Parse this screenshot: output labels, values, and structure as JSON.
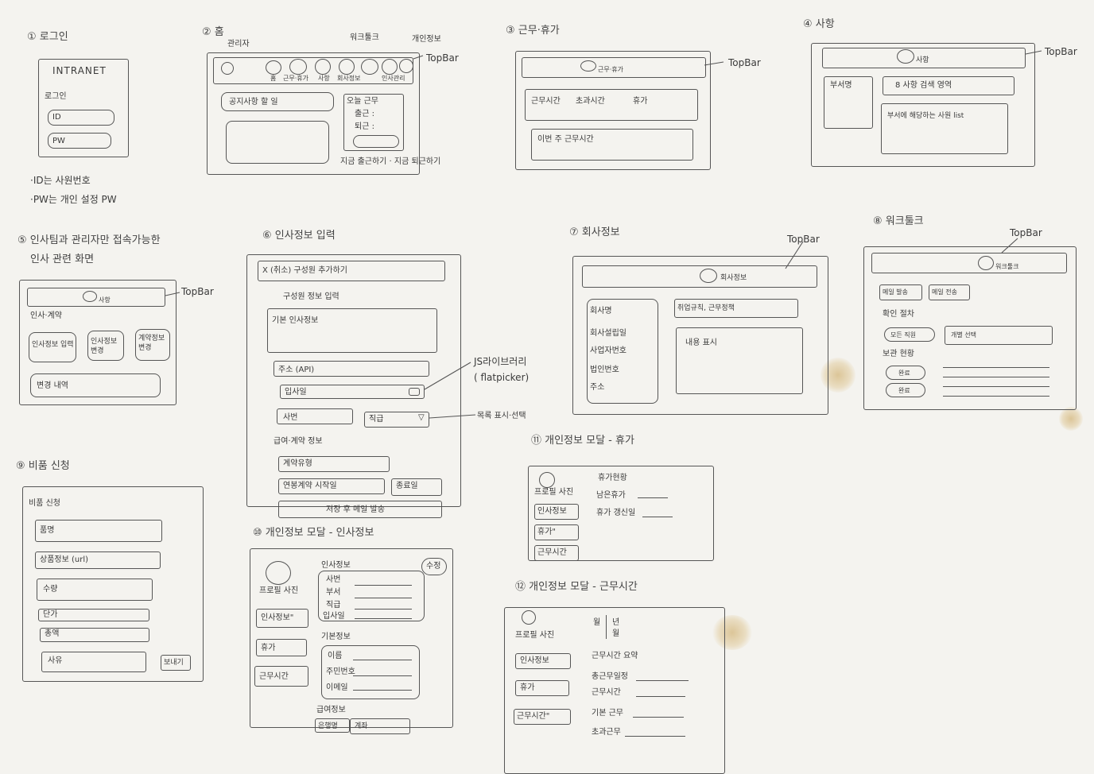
{
  "s1": {
    "title": "① 로그인",
    "brand": "INTRANET",
    "login_label": "로그인",
    "id_ph": "ID",
    "pw_ph": "PW",
    "note1": "·ID는 사원번호",
    "note2": "·PW는 개인 설정 PW"
  },
  "s2": {
    "title": "② 홈",
    "admin": "관리자",
    "worktool": "워크툴크",
    "personal": "개인정보",
    "topbar": "TopBar",
    "nav": [
      "홈",
      "근무·휴가",
      "사항",
      "회사정보",
      "인사관리"
    ],
    "notice": "공지사항 할 일",
    "today": "오늘 근무",
    "in": "출근  :",
    "out": "퇴근  :",
    "checkin": "지금 출근하기 · 지금 퇴근하기"
  },
  "s3": {
    "title": "③ 근무·휴가",
    "topbar": "TopBar",
    "tab": "근무·휴가",
    "row1": [
      "근무시간",
      "초과시간",
      "휴가"
    ],
    "row2": "이번 주 근무시간"
  },
  "s4": {
    "title": "④ 사항",
    "topbar": "TopBar",
    "tab": "사항",
    "side": "부서명",
    "search": "8 사항 검색 영역",
    "list": "부서에 해당하는 사원 list"
  },
  "s5": {
    "title": "⑤ 인사팀과 관리자만 접속가능한",
    "title2": "인사 관련 화면",
    "topbar": "TopBar",
    "tab": "사항",
    "section": "인사·계약",
    "btns": [
      "인사정보 입력",
      "인사정보 변경",
      "계약정보 변경"
    ],
    "history": "변경 내역"
  },
  "s6": {
    "title": "⑥ 인사정보 입력",
    "header": "X (취소)    구성원 추가하기",
    "sub": "구성원 정보 입력",
    "basic": "기본 인사정보",
    "addr": "주소 (API)",
    "join": "입사일",
    "emp": "사번",
    "rank": "직급",
    "contract": "급여·계약 정보",
    "ctype": "계약유형",
    "cstart": "연봉계약 시작일",
    "cend": "종료일",
    "save": "저장 후 메일 발송",
    "ann1": "JS라이브러리",
    "ann2": "( flatpicker)",
    "ann3": "목록 표시·선택"
  },
  "s7": {
    "title": "⑦ 회사정보",
    "topbar": "TopBar",
    "tab": "회사정보",
    "side": [
      "회사명",
      "회사설립일",
      "사업자번호",
      "법인번호",
      "주소"
    ],
    "tabs": "취업규칙, 근무정책",
    "content": "내용 표시"
  },
  "s8": {
    "title": "⑧ 워크툴크",
    "topbar": "TopBar",
    "tab": "워크툴크",
    "btns": [
      "메일 발송",
      "메일 전송"
    ],
    "confirm": "확인 절차",
    "opts": [
      "모든 직원",
      "개별 선택"
    ],
    "reg": "보관 현황",
    "pills": [
      "완료",
      "완료"
    ]
  },
  "s9": {
    "title": "⑨ 비품 신청",
    "header": "비품 신청",
    "fields": [
      "품명",
      "상품정보 (url)",
      "수량",
      "단가",
      "총액"
    ],
    "reason": "사유",
    "send": "보내기"
  },
  "s10": {
    "title": "⑩ 개인정보 모달 - 인사정보",
    "edit": "수정",
    "photo": "프로필 사진",
    "tabs": [
      "인사정보\"",
      "휴가",
      "근무시간"
    ],
    "hr": "인사정보",
    "hr_rows": [
      "사번",
      "부서",
      "직급",
      "입사일"
    ],
    "basic": "기본정보",
    "basic_rows": [
      "이름",
      "주민번호",
      "이메일"
    ],
    "pay": "급여정보",
    "bank": "은행명",
    "acct": "계좌"
  },
  "s11": {
    "title": "⑪ 개인정보 모달 - 휴가",
    "photo": "프로필 사진",
    "tabs": [
      "인사정보",
      "휴가\"",
      "근무시간"
    ],
    "head": "휴가현황",
    "rows": [
      "남은휴가",
      "휴가 갱신일"
    ]
  },
  "s12": {
    "title": "⑫ 개인정보 모달 - 근무시간",
    "photo": "프로필 사진",
    "tabs": [
      "인사정보",
      "휴가",
      "근무시간\""
    ],
    "month": "월",
    "year": "년",
    "month2": "월",
    "rows": [
      "근무시간 요약",
      "총근무일정",
      "근무시간",
      "기본 근무",
      "초과근무"
    ]
  }
}
